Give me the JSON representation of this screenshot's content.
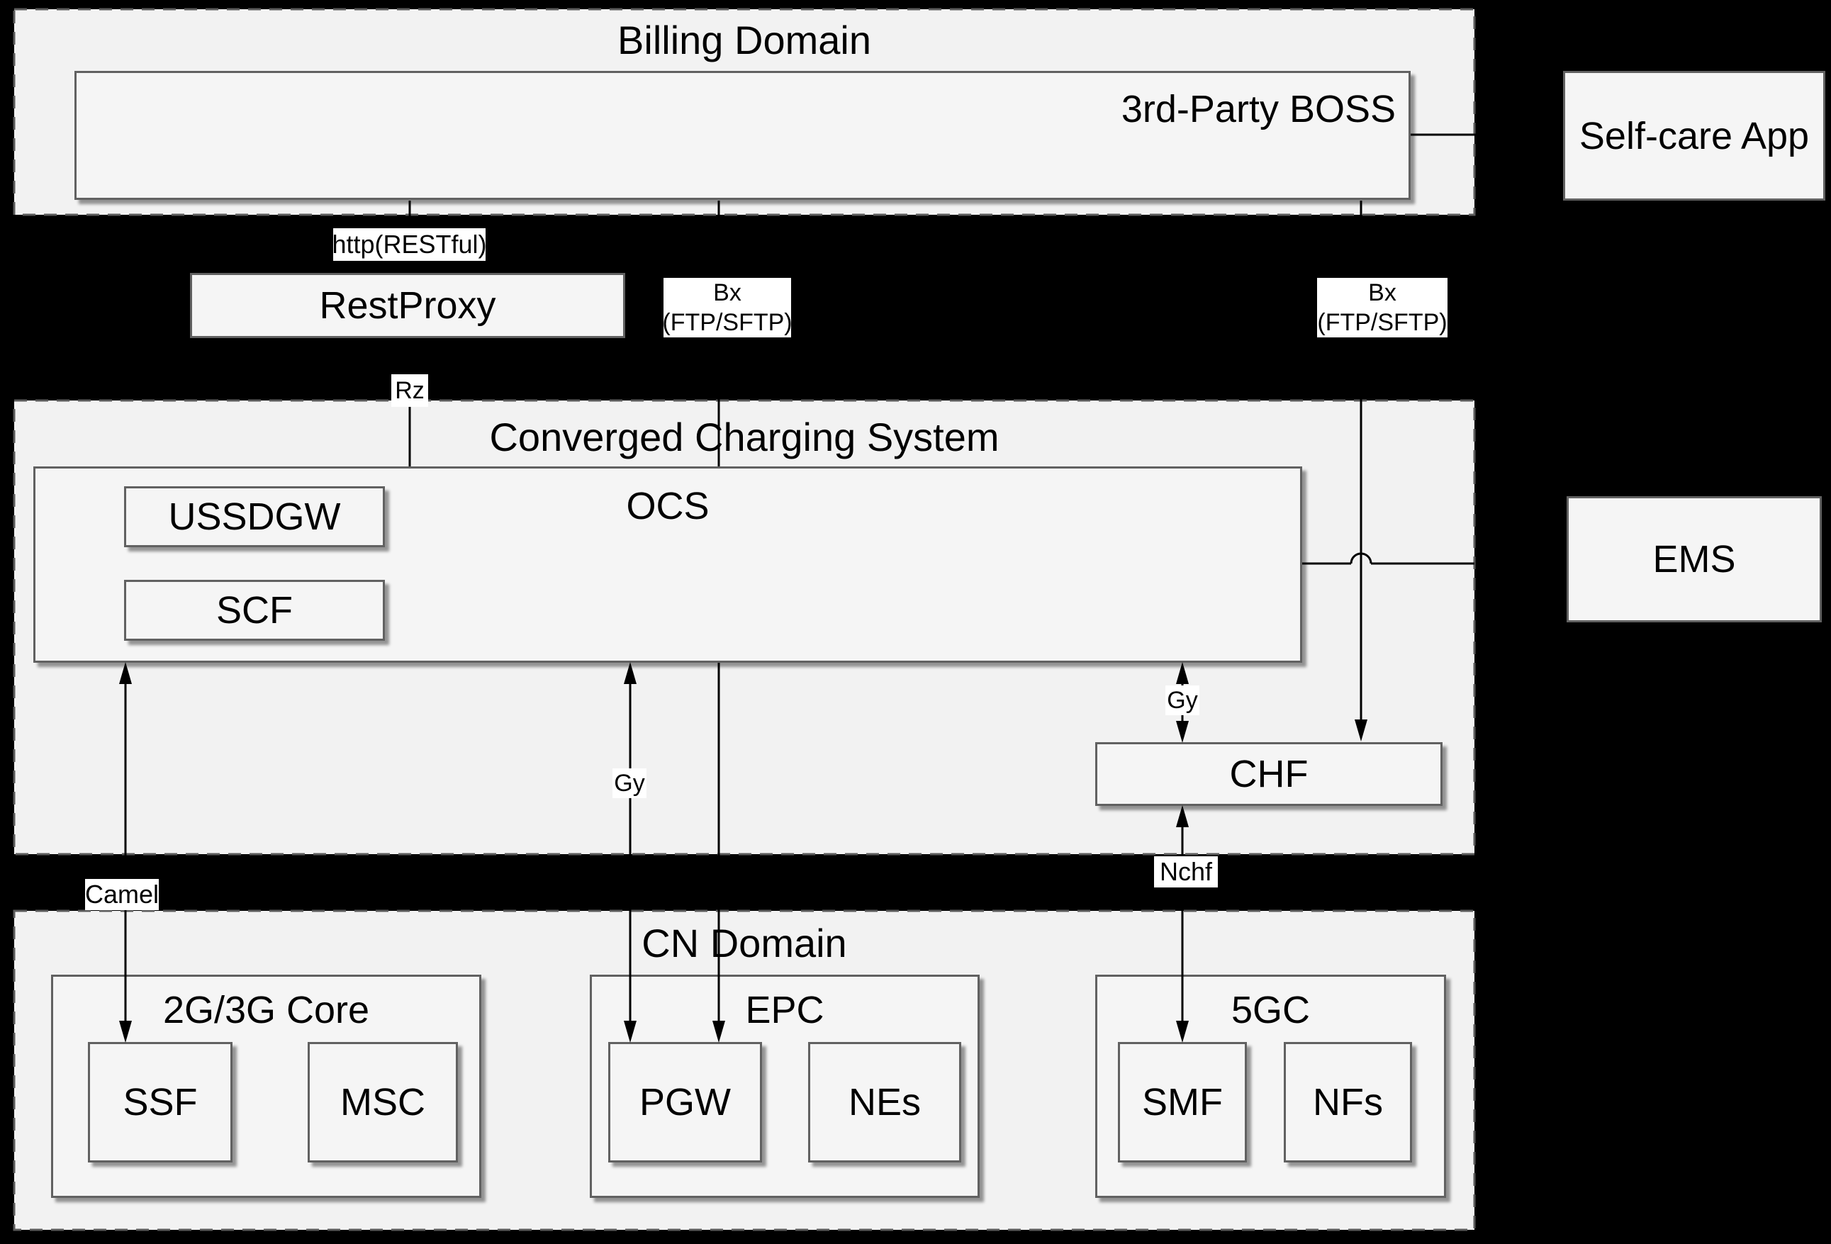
{
  "colors": {
    "background": "#000000",
    "container_fill": "#f2f2f2",
    "box_fill": "#f5f5f5",
    "box_border": "#616161",
    "dashed_border": "#5b5b5b",
    "connector": "#000000",
    "label_bg": "#ffffff",
    "text": "#000000"
  },
  "billing_domain": {
    "title": "Billing Domain",
    "boss_label": "3rd-Party BOSS"
  },
  "self_care_app": {
    "label": "Self-care App"
  },
  "rest_proxy": {
    "label": "RestProxy"
  },
  "ccs": {
    "title": "Converged Charging System",
    "ocs_label": "OCS",
    "ussdgw_label": "USSDGW",
    "scf_label": "SCF",
    "chf_label": "CHF"
  },
  "ems": {
    "label": "EMS"
  },
  "cn_domain": {
    "title": "CN Domain",
    "core_2g3g": {
      "title": "2G/3G Core",
      "ssf_label": "SSF",
      "msc_label": "MSC"
    },
    "epc": {
      "title": "EPC",
      "pgw_label": "PGW",
      "nes_label": "NEs"
    },
    "fivegc": {
      "title": "5GC",
      "smf_label": "SMF",
      "nfs_label": "NFs"
    }
  },
  "interfaces": {
    "http_restful": "http(RESTful)",
    "bx_left": {
      "line1": "Bx",
      "line2": "(FTP/SFTP)"
    },
    "bx_right": {
      "line1": "Bx",
      "line2": "(FTP/SFTP)"
    },
    "rz": "Rz",
    "gy_epc": "Gy",
    "gy_chf": "Gy",
    "camel": "Camel",
    "nchf": "Nchf"
  }
}
